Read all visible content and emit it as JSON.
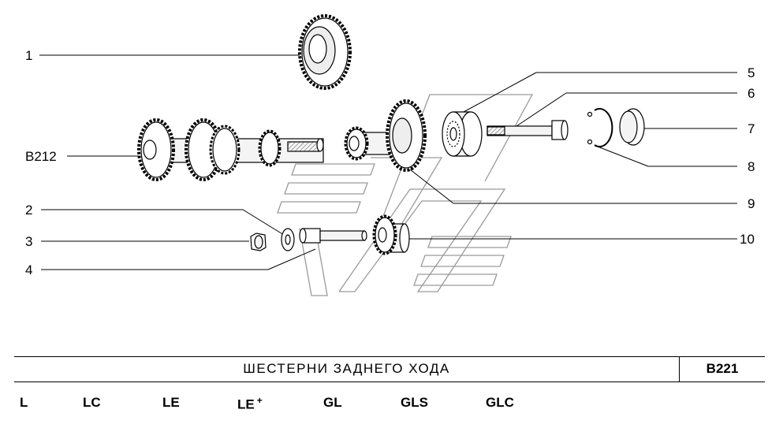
{
  "callouts": {
    "c1": "1",
    "c2": "2",
    "c3": "3",
    "c4": "4",
    "c5": "5",
    "c6": "6",
    "c7": "7",
    "c8": "8",
    "c9": "9",
    "c10": "10",
    "ref": "B212"
  },
  "title": "ШЕСТЕРНИ  ЗАДНЕГО  ХОДА",
  "page_code": "B221",
  "variants": [
    "L",
    "LC",
    "LE",
    "LE",
    "GL",
    "GLS",
    "GLC"
  ],
  "variant_plus": "+"
}
